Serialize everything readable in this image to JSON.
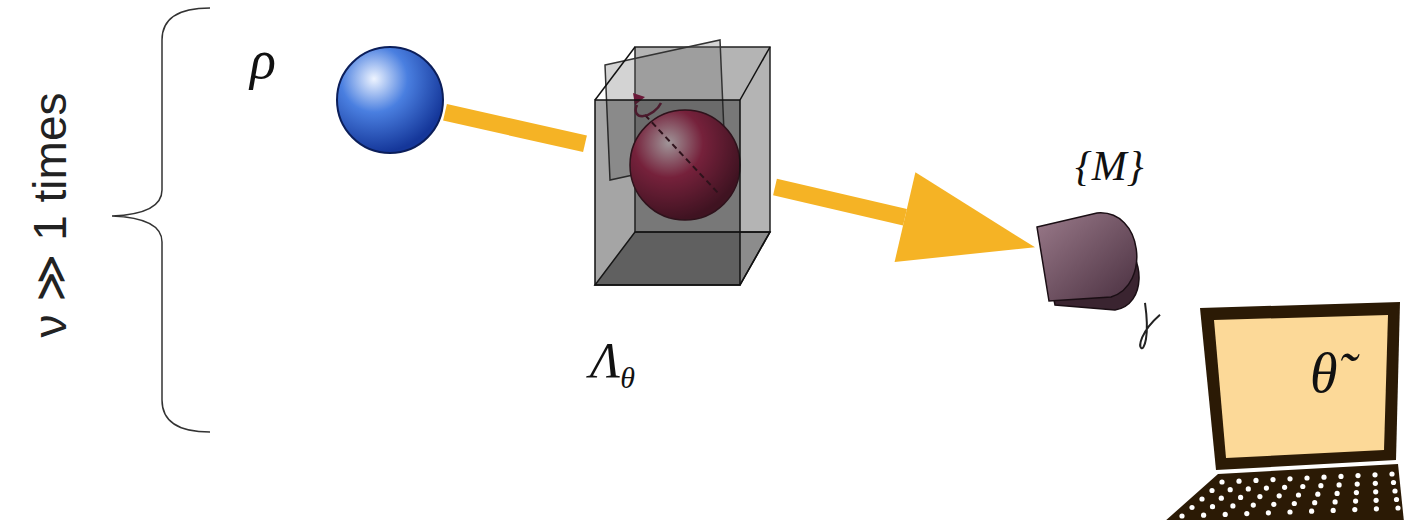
{
  "diagram": {
    "nodes": [
      {
        "text": [
          "ρ"
        ]
      },
      {
        "text": [
          "Λθ"
        ]
      },
      {
        "text": [
          "{M}"
        ]
      },
      {
        "text": [
          "θ̃"
        ]
      }
    ],
    "edges": [
      {
        "from": 0,
        "to": 1,
        "arrow": "none"
      },
      {
        "from": 1,
        "to": 2,
        "arrow": "to"
      },
      {
        "from": 2,
        "to": 3,
        "arrow": "none"
      }
    ],
    "labels": [
      "ν ≫ 1 times"
    ]
  }
}
